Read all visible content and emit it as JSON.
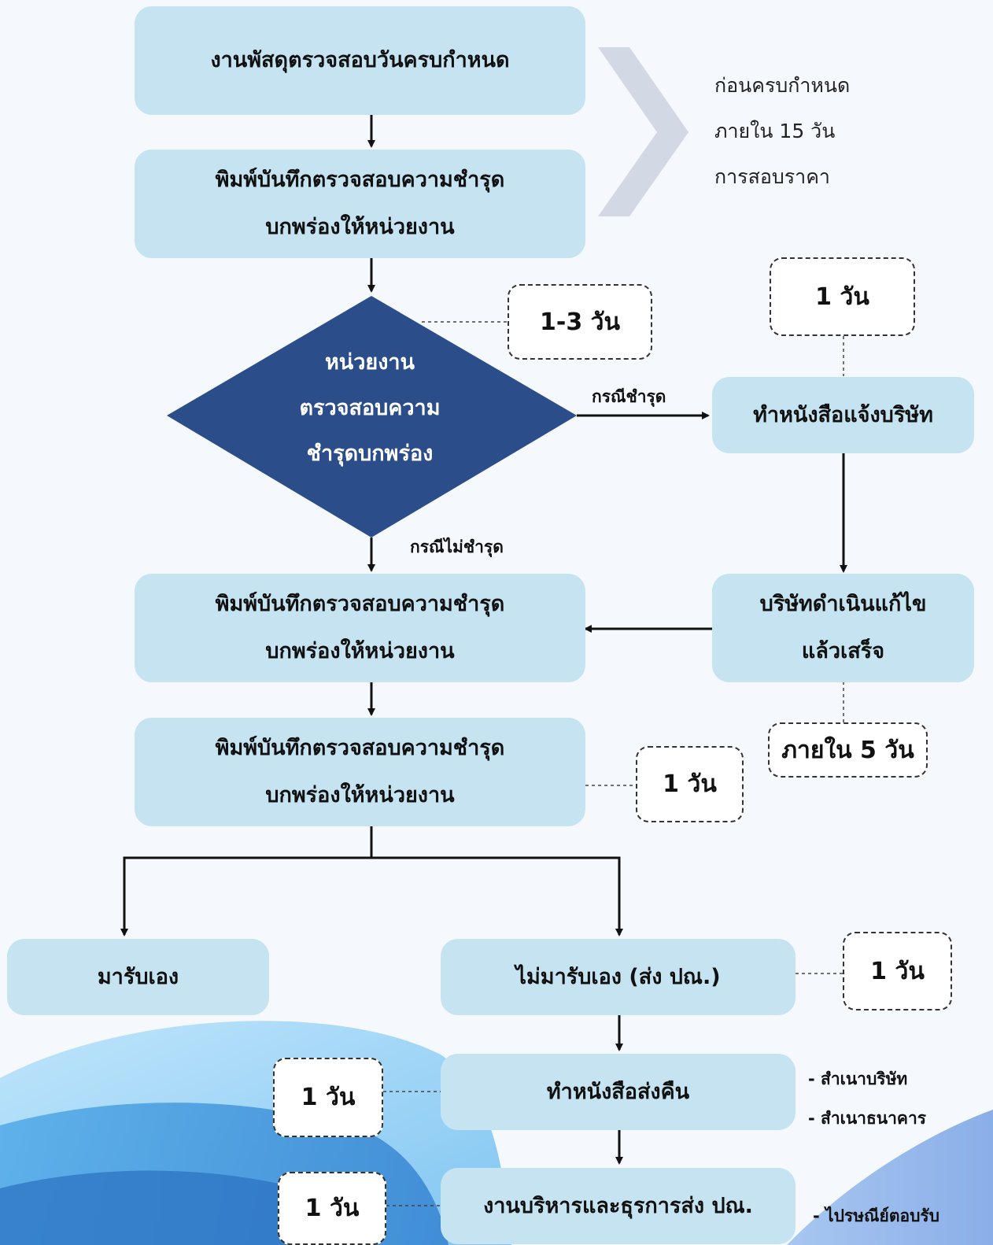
{
  "steps": {
    "check_due": "งานพัสดุตรวจสอบวันครบกำหนด",
    "print_memo_1a": "พิมพ์บันทึกตรวจสอบความชำรุด",
    "print_memo_1b": "บกพร่องให้หน่วยงาน",
    "print_memo_2a": "พิมพ์บันทึกตรวจสอบความชำรุด",
    "print_memo_2b": "บกพร่องให้หน่วยงาน",
    "print_memo_3a": "พิมพ์บันทึกตรวจสอบความชำรุด",
    "print_memo_3b": "บกพร่องให้หน่วยงาน",
    "notify_company": "ทำหนังสือแจ้งบริษัท",
    "company_fix_a": "บริษัทดำเนินแก้ไข",
    "company_fix_b": "แล้วเสร็จ",
    "pickup_self": "มารับเอง",
    "not_pickup": "ไม่มารับเอง (ส่ง ปณ.)",
    "return_letter": "ทำหนังสือส่งคืน",
    "admin_mail": "งานบริหารและธุรการส่ง ปณ."
  },
  "decision": {
    "line1": "หน่วยงาน",
    "line2": "ตรวจสอบความ",
    "line3": "ชำรุดบกพร่อง"
  },
  "branches": {
    "damaged": "กรณีชำรุด",
    "not_damaged": "กรณีไม่ชำรุด"
  },
  "durations": {
    "d1_3": "1-3 วัน",
    "d1_notify": "1 วัน",
    "d5": "ภายใน 5 วัน",
    "d1_print": "1 วัน",
    "d1_mail": "1 วัน",
    "d1_return": "1 วัน",
    "d1_admin": "1 วัน"
  },
  "side_note": {
    "line1": "ก่อนครบกำหนด",
    "line2": "ภายใน 15 วัน",
    "line3": "การสอบราคา"
  },
  "copies": {
    "item1": "-  สำเนาบริษัท",
    "item2": "-  สำเนาธนาคาร"
  },
  "receipt": "-  ไปรษณีย์ตอบรับ",
  "colors": {
    "box": "#c5e3f1",
    "decision": "#2b4e8a",
    "background": "#f5f8fd",
    "wave": "#8fcff5"
  }
}
